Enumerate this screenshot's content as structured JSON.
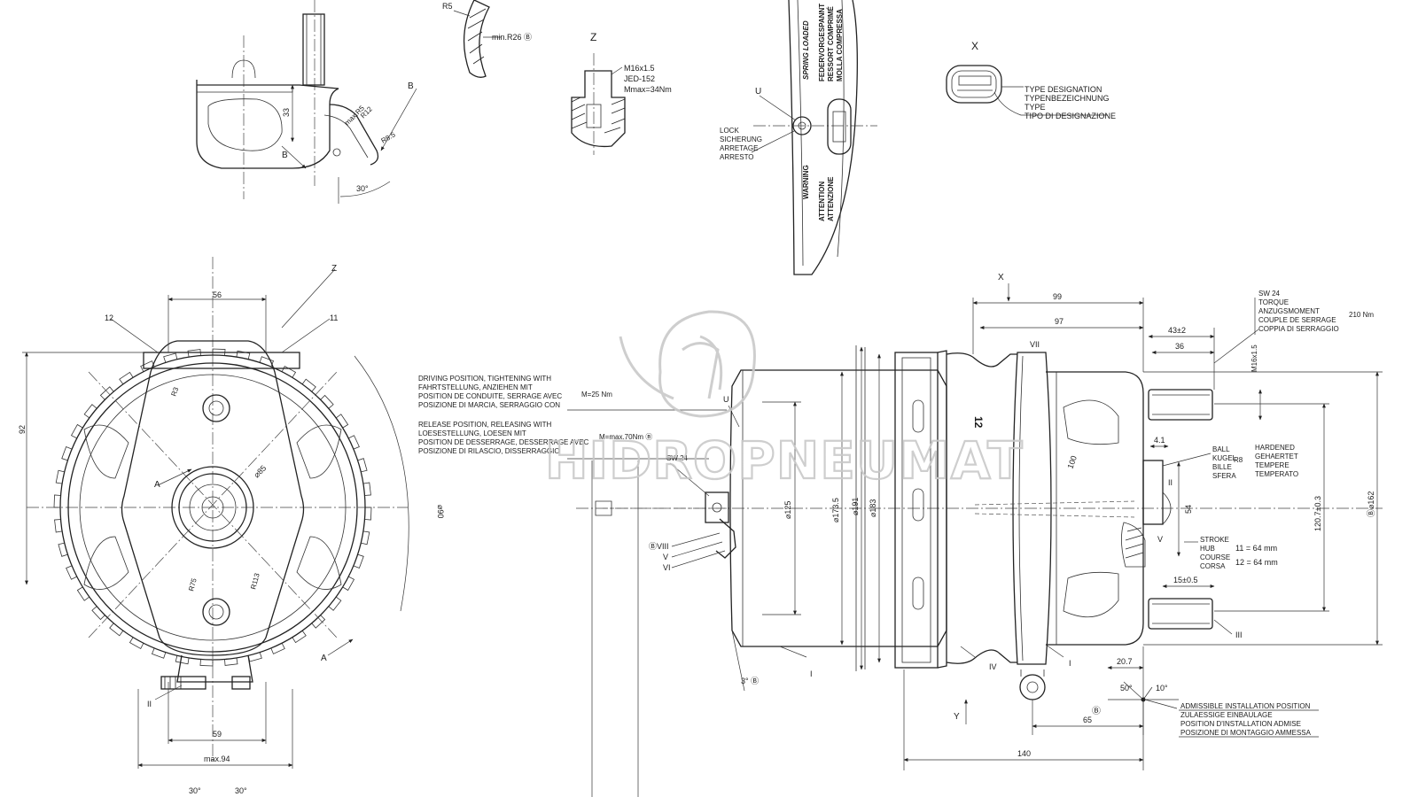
{
  "watermark": {
    "text": "HIDROPNEUMAT"
  },
  "views": {
    "x": "X",
    "z": "Z",
    "y": "Y",
    "b": "B",
    "a": "A",
    "u": "U"
  },
  "detail_top": {
    "r5": "R5",
    "min_r26": "min.R26 Ⓑ",
    "max_r5": "max.R5",
    "r12": "R12",
    "r8_5": "R8.5",
    "dim_33": "33",
    "angle_30": "30°"
  },
  "detail_z": {
    "thread": "M16x1.5",
    "jed": "JED-152",
    "torque": "Mmax=34Nm"
  },
  "lock_labels": [
    "LOCK",
    "SICHERUNG",
    "ARRETAGE",
    "ARRESTO"
  ],
  "strip_text": {
    "spring_loaded": "SPRING LOADED",
    "federvorgespannt": "FEDERVORGESPANNT",
    "ressort_comprime": "RESSORT COMPRIMÉ",
    "molla_compressa": "MOLLA COMPRESSA",
    "warning": "WARNING",
    "attention": "ATTENTION",
    "attenzione": "ATTENZIONE"
  },
  "type_designation": [
    "TYPE DESIGNATION",
    "TYPENBEZEICHNUNG",
    "TYPE",
    "TIPO DI DESIGNAZIONE"
  ],
  "front_view": {
    "dim_56": "56",
    "dim_92": "92",
    "dim_59": "59",
    "max_94": "max.94",
    "angle_30a": "30°",
    "angle_30b": "30°",
    "dia_90": "⌀90",
    "r75": "R75",
    "r113": "R113",
    "r3": "R3",
    "dia_85": "⌀85",
    "label_12": "12",
    "label_11": "11",
    "label_II": "II"
  },
  "driving_position": [
    "DRIVING POSITION, TIGHTENING WITH",
    "FAHRTSTELLUNG, ANZIEHEN MIT",
    "POSITION DE CONDUITE, SERRAGE AVEC",
    "POSIZIONE DI MARCIA, SERRAGGIO CON"
  ],
  "driving_torque": "M=25 Nm",
  "release_position": [
    "RELEASE POSITION, RELEASING WITH",
    "LOESESTELLUNG, LOESEN MIT",
    "POSITION DE DESSERRAGE, DESSERRAGE AVEC",
    "POSIZIONE DI RILASCIO, DISSERRAGGIO"
  ],
  "release_torque": "M=max.70Nm Ⓑ",
  "side_view": {
    "sw24_left": "SW 24",
    "label_viii": "ⒷVIII",
    "label_v": "V",
    "label_vi": "VI",
    "label_u": "U",
    "dia_125": "⌀125",
    "dia_173_5": "⌀173.5",
    "dia_191": "⌀191",
    "dia_183": "⌀183",
    "dim_99": "99",
    "dim_97": "97",
    "label_vii": "VII",
    "label_12": "12",
    "angle_3": "3° Ⓑ",
    "label_i_left": "I",
    "label_iv": "IV",
    "label_i_right": "I",
    "dim_140": "140",
    "dim_65": "65",
    "mark_b": "Ⓑ",
    "dim_20_7": "20.7",
    "dim_15_05": "15±0.5",
    "label_iii": "III",
    "dim_54": "54",
    "dim_4_1": "4.1",
    "dim_43": "43±2",
    "dim_36": "36",
    "m16": "M16x1.5",
    "dim_120_7": "120.7±0.3",
    "dia_162": "Ⓑ⌀162",
    "dim_100": "100",
    "label_ii": "II",
    "label_v2": "V",
    "ang_50": "50°",
    "ang_10": "10°"
  },
  "sw24_right": [
    "SW 24",
    "TORQUE",
    "ANZUGSMOMENT",
    "COUPLE DE SERRAGE",
    "COPPIA DI SERRAGGIO"
  ],
  "sw24_torque": "210 Nm",
  "ball_labels": [
    "BALL",
    "KUGEL",
    "BILLE",
    "SFERA"
  ],
  "ball_r8": "R8",
  "hardened_labels": [
    "HARDENED",
    "GEHAERTET",
    "TEMPERE",
    "TEMPERATO"
  ],
  "stroke_labels": [
    "STROKE",
    "HUB",
    "COURSE",
    "CORSA"
  ],
  "stroke_values": [
    "11 = 64 mm",
    "12 = 64 mm"
  ],
  "admissible_labels": [
    "ADMISSIBLE INSTALLATION POSITION",
    "ZULAESSIGE EINBAULAGE",
    "POSITION D'INSTALLATION ADMISE",
    "POSIZIONE DI MONTAGGIO AMMESSA"
  ]
}
